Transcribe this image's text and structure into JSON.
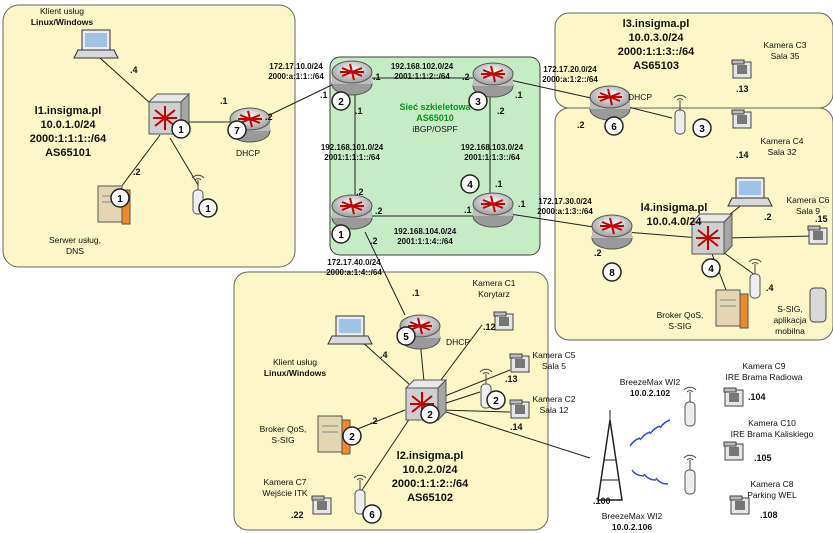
{
  "zones": {
    "l1": {
      "name": "l1.insigma.pl",
      "net4": "10.0.1.0/24",
      "net6": "2000:1:1:1::/64",
      "as": "AS65101",
      "client": "Klient usług",
      "client_os": "Linux/Windows",
      "server": "Serwer usług,",
      "server2": "DNS",
      "dhcp": "DHCP"
    },
    "backbone": {
      "title": "Sieć szkieletowa",
      "as": "AS65010",
      "proto": "iBGP/OSPF"
    },
    "l3": {
      "name": "l3.insigma.pl",
      "net4": "10.0.3.0/24",
      "net6": "2000:1:1:3::/64",
      "as": "AS65103",
      "dhcp": "DHCP",
      "cam_c3": "Kamera C3",
      "cam_c3_loc": "Sala 35",
      "cam_c4": "Kamera C4",
      "cam_c4_loc": "Sala 32"
    },
    "l4": {
      "name": "l4.insigma.pl",
      "net4": "10.0.4.0/24",
      "broker": "Broker QoS,",
      "broker2": "S-SIG",
      "ssig": "S-SIG,",
      "ssig2": "aplikacja",
      "ssig3": "mobilna",
      "cam_c6": "Kamera C6",
      "cam_c6_loc": "Sala 9"
    },
    "l2": {
      "name": "l2.insigma.pl",
      "net4": "10.0.2.0/24",
      "net6": "2000:1:1:2::/64",
      "as": "AS65102",
      "dhcp": "DHCP",
      "client": "Klient usług",
      "client_os": "Linux/Windows",
      "broker": "Broker QoS,",
      "broker2": "S-SIG",
      "cam_c1": "Kamera C1",
      "cam_c1_loc": "Korytarz",
      "cam_c5": "Kamera C5",
      "cam_c5_loc": "Sala 5",
      "cam_c2": "Kamera C2",
      "cam_c2_loc": "Sala 12",
      "cam_c7": "Kamera C7",
      "cam_c7_loc": "Wejście ITK"
    }
  },
  "links": {
    "l1_r2_a": "172.17.10.0/24",
    "l1_r2_b": "2000:a:1:1::/64",
    "r2_r3_a": "192.168.102.0/24",
    "r2_r3_b": "2001:1:1:2::/64",
    "r3_l3_a": "172.17.20.0/24",
    "r3_l3_b": "2000:a:1:2::/64",
    "r2_r1_a": "192.168.101.0/24",
    "r2_r1_b": "2001:1:1:1::/64",
    "r3_r4_a": "192.168.103.0/24",
    "r3_r4_b": "2001:1:1:3::/64",
    "r1_r4_a": "192.168.104.0/24",
    "r1_r4_b": "2001:1:1:4::/64",
    "r4_l4_a": "172.17.30.0/24",
    "r4_l4_b": "2000:a:1:3::/64",
    "r1_l2_a": "172.17.40.0/24",
    "r1_l2_b": "2000:a:1:4::/64"
  },
  "wimax": {
    "bs1": "BreezeMax WI2",
    "bs1_ip": "10.0.2.102",
    "bs2": "BreezeMax WI2",
    "bs2_ip": "10.0.2.106",
    "bs_host": ".100",
    "c9": "Kamera C9",
    "c9_loc": "IRE Brama Radiowa",
    "c9_ip": ".104",
    "c10": "Kamera C10",
    "c10_loc": "IRE Brama Kaliskiego",
    "c10_ip": ".105",
    "c8": "Kamera C8",
    "c8_loc": "Parking WEL",
    "c8_ip": ".108"
  },
  "suffixes": {
    "s4a": ".4",
    "s1a": ".1",
    "s2a": ".2",
    "s2b": ".2",
    "s1b": ".1",
    "s2c": ".2",
    "s1c": ".1",
    "s2d": ".2",
    "s2e": ".2",
    "s1d": ".1",
    "s2f": ".2",
    "s1e": ".1",
    "s1f": ".1",
    "s2g": ".2",
    "s1g": ".1",
    "s2h": ".2",
    "s2i": ".2",
    "s4b": ".4",
    "s13": ".13",
    "s14": ".14",
    "s2j": ".2",
    "s4c": ".4",
    "s15": ".15",
    "s1h": ".1",
    "s4d": ".4",
    "s2k": ".2",
    "s12": ".12",
    "s13b": ".13",
    "s14b": ".14",
    "s22": ".22"
  },
  "badges": {
    "b1": "1",
    "b2": "2",
    "b3": "3",
    "b4": "4",
    "b5": "5",
    "b6": "6",
    "b7": "7",
    "b8": "8"
  },
  "colors": {
    "zone_fill": "#fbf7c6",
    "zone_stroke": "#666666",
    "backbone_fill": "#c6ecc6",
    "backbone_stroke": "#3b3b3b",
    "router_fill": "#dedede",
    "arrow": "#cc0000",
    "badge": "#ffffff"
  }
}
